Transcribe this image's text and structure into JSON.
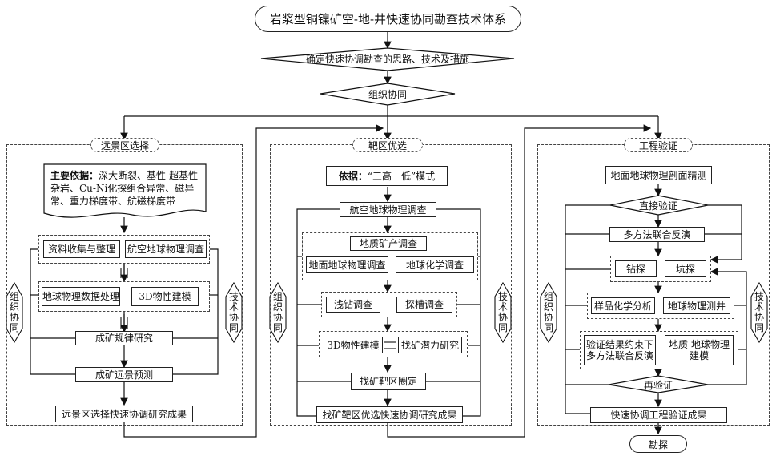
{
  "title": "岩浆型铜镍矿空-地-井快速协同勘查技术体系",
  "top": {
    "approach": "确定快速协调勘查的思路、技术及措施",
    "organize": "组织协同"
  },
  "side_labels": {
    "org": "组织协同",
    "tech": "技术协同"
  },
  "col1": {
    "header": "远景区选择",
    "basis_label": "主要依据：",
    "basis_text": "深大断裂、基性-超基性杂岩、Cu-Ni化探组合异常、磁异常、重力梯度带、航磁梯度带",
    "box_collect": "资料收集与整理",
    "box_aero": "航空地球物理调查",
    "box_process": "地球物理数据处理",
    "box_3d": "3D物性建模",
    "box_rule": "成矿规律研究",
    "box_predict": "成矿远景预测",
    "result": "远景区选择快速协调研究成果"
  },
  "col2": {
    "header": "靶区优选",
    "basis_label": "依据：",
    "basis_text": "“三高一低”模式",
    "box_aero": "航空地球物理调查",
    "group_geo": "地质矿产调查",
    "box_ground": "地面地球物理调查",
    "box_chem": "地球化学调查",
    "box_drill": "浅钻调查",
    "box_trench": "探槽调查",
    "box_3d": "3D物性建模",
    "box_potential": "找矿潜力研究",
    "box_target": "找矿靶区圈定",
    "result": "找矿靶区优选快速协调研究成果"
  },
  "col3": {
    "header": "工程验证",
    "box_profile": "地面地球物理剖面精测",
    "diamond_direct": "直接验证",
    "box_joint": "多方法联合反演",
    "box_drill": "钻探",
    "box_pit": "坑探",
    "box_sample": "样品化学分析",
    "box_logging": "地球物理测井",
    "box_constrained_1": "验证结果约束下",
    "box_constrained_2": "多方法联合反演",
    "box_model_1": "地质-地球物理",
    "box_model_2": "建模",
    "diamond_re": "再验证",
    "result": "快速协调工程验证成果",
    "final": "勘探"
  }
}
